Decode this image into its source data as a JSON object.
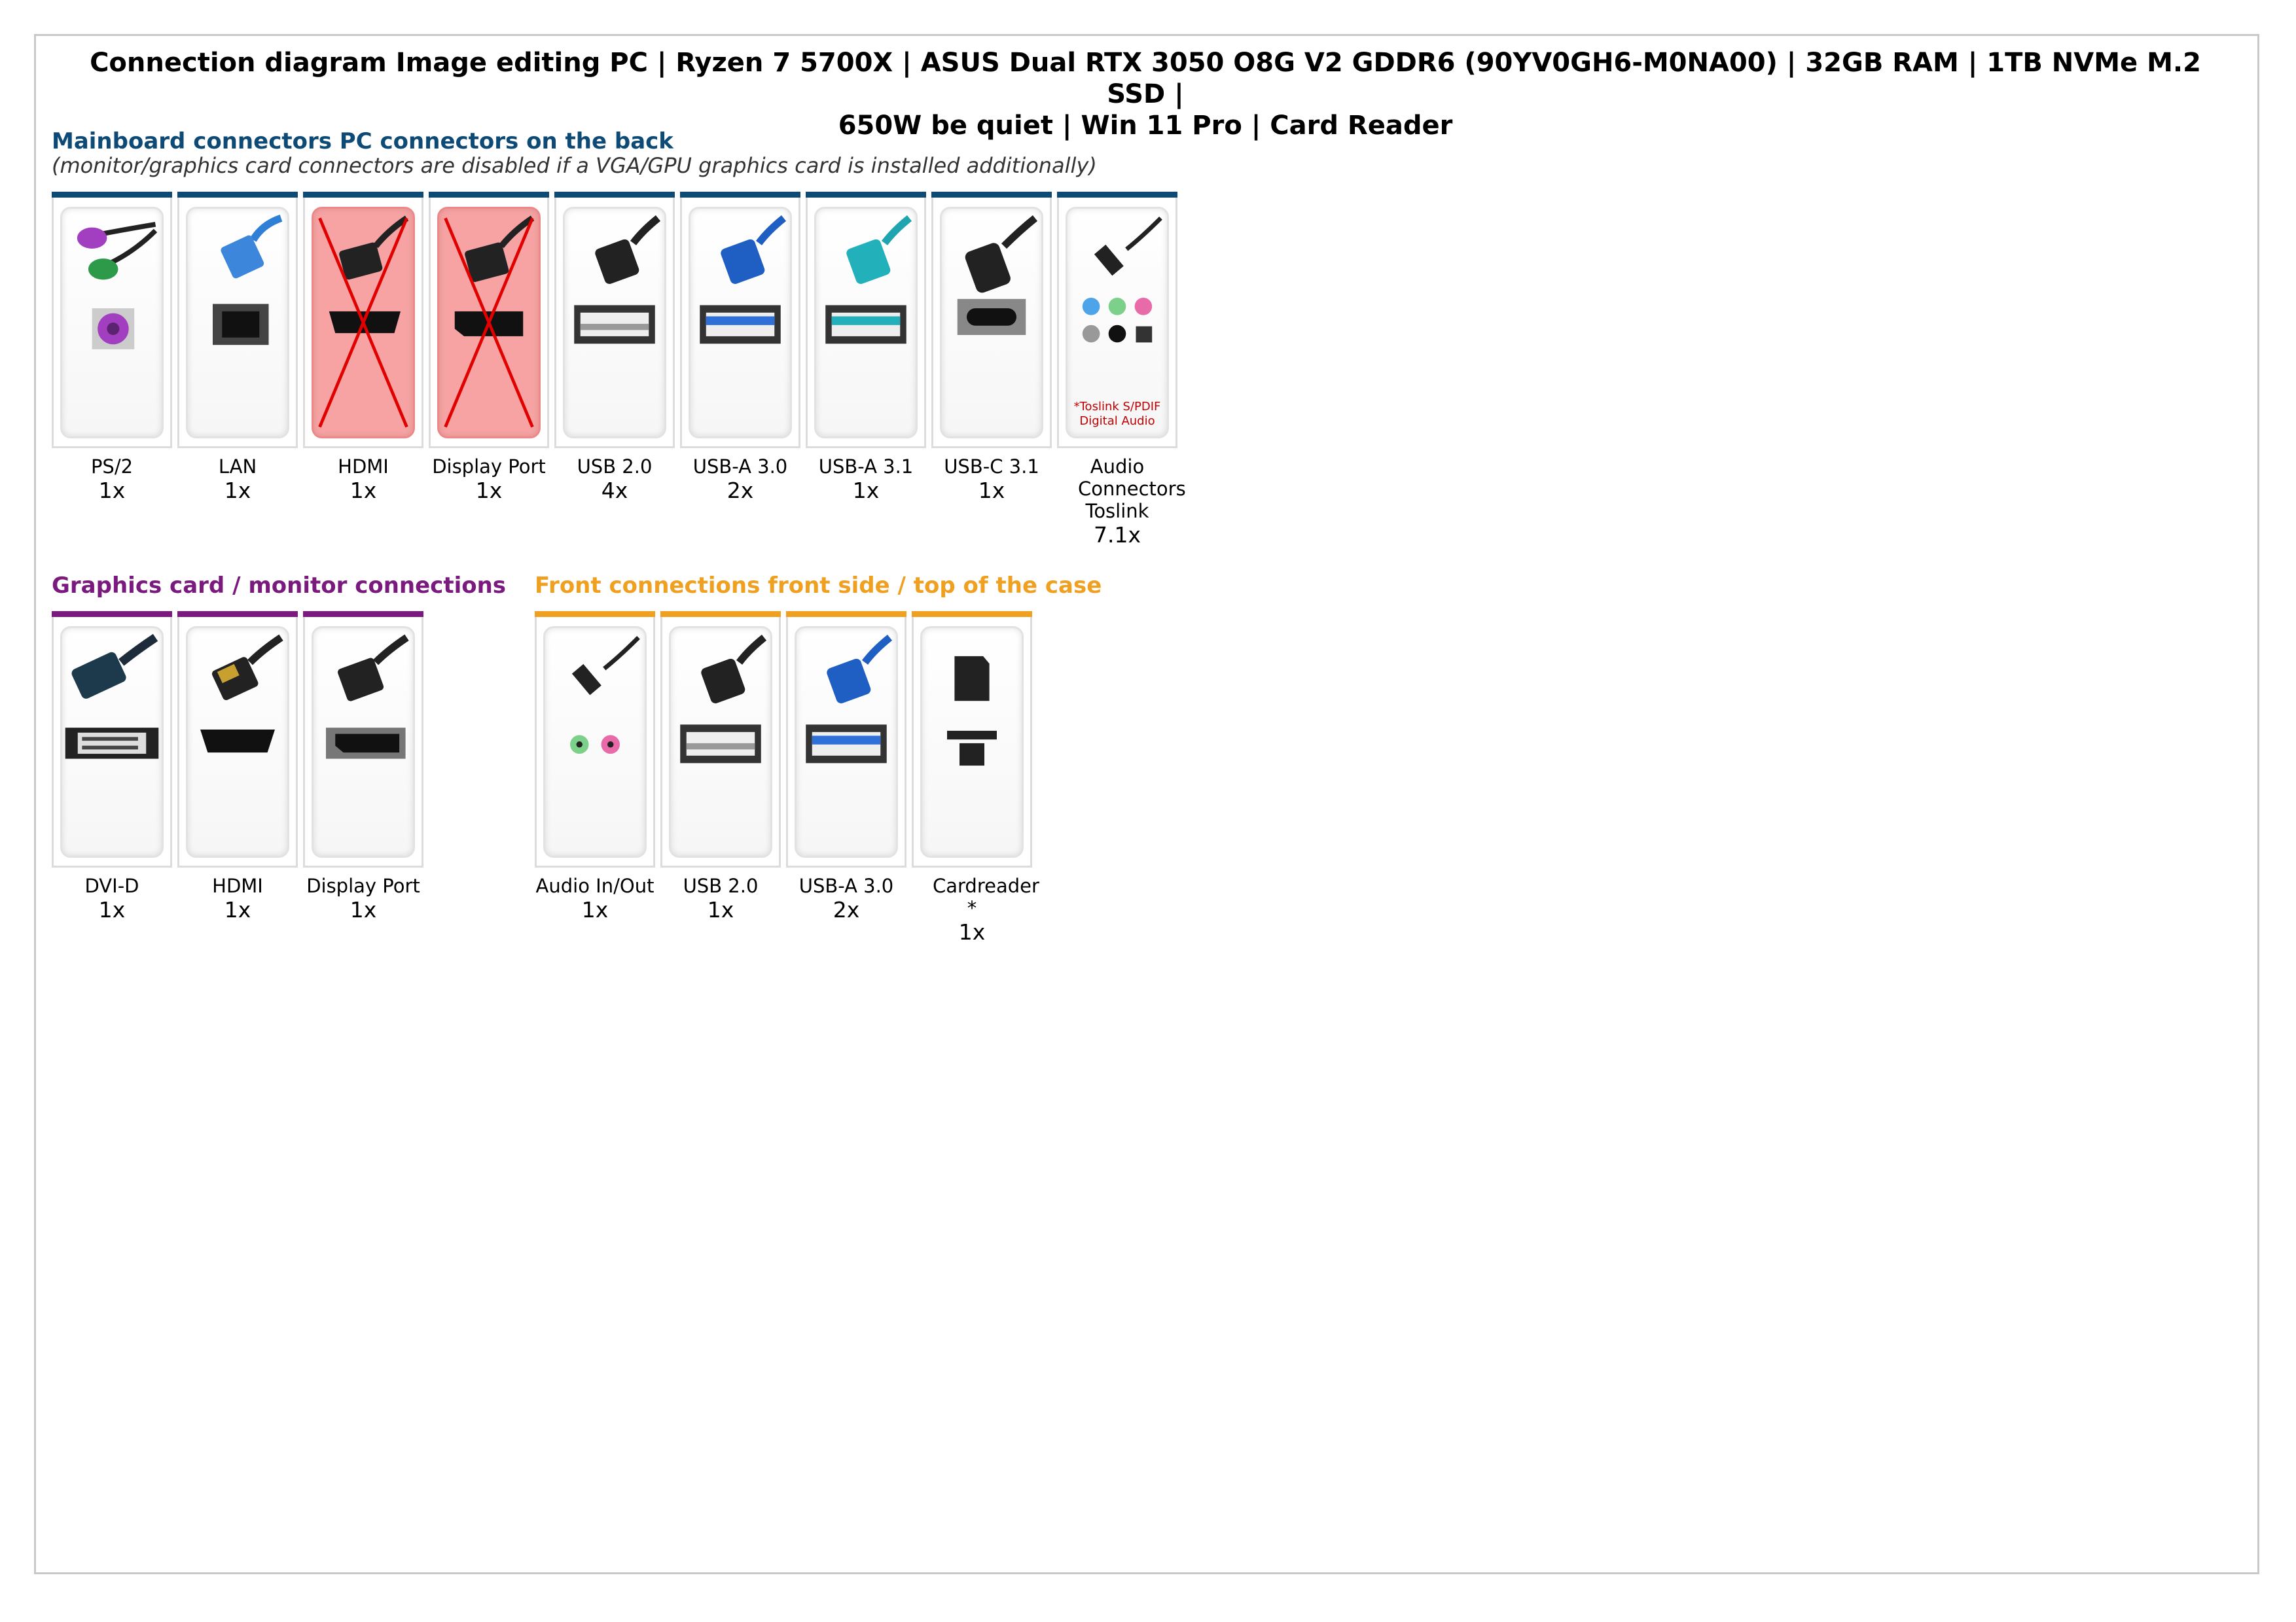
{
  "title_line1": "Connection diagram Image editing PC | Ryzen 7 5700X | ASUS Dual RTX 3050 O8G V2 GDDR6 (90YV0GH6-M0NA00) | 32GB RAM | 1TB NVMe M.2 SSD |",
  "title_line2": "650W be quiet | Win 11 Pro | Card Reader",
  "colors": {
    "mainboard": "#0d4a76",
    "graphics": "#7a1a7e",
    "front": "#f0a020",
    "disabled": "#f7a3a3",
    "cross": "#e00000"
  },
  "mainboard": {
    "heading": "Mainboard connectors PC connectors on the back",
    "note": "(monitor/graphics card connectors are disabled if a VGA/GPU graphics card is installed additionally)",
    "items": [
      {
        "name": "PS/2",
        "count": "1x",
        "icon": "ps2-icon"
      },
      {
        "name": "LAN",
        "count": "1x",
        "icon": "ethernet-icon"
      },
      {
        "name": "HDMI",
        "count": "1x",
        "icon": "hdmi-icon",
        "disabled": true
      },
      {
        "name": "Display Port",
        "count": "1x",
        "icon": "displayport-icon",
        "disabled": true
      },
      {
        "name": "USB 2.0",
        "count": "4x",
        "icon": "usb2-icon"
      },
      {
        "name": "USB-A 3.0",
        "count": "2x",
        "icon": "usb3-icon"
      },
      {
        "name": "USB-A 3.1",
        "count": "1x",
        "icon": "usb31-icon"
      },
      {
        "name": "USB-C 3.1",
        "count": "1x",
        "icon": "usbc-icon"
      },
      {
        "name": "Audio Connectors Toslink",
        "count": "7.1x",
        "icon": "audio-jack-icon",
        "note_line1": "*Toslink S/PDIF",
        "note_line2": "Digital Audio"
      }
    ]
  },
  "graphics": {
    "heading": "Graphics card / monitor connections",
    "items": [
      {
        "name": "DVI-D",
        "count": "1x",
        "icon": "dvi-icon"
      },
      {
        "name": "HDMI",
        "count": "1x",
        "icon": "hdmi-icon"
      },
      {
        "name": "Display Port",
        "count": "1x",
        "icon": "displayport-icon"
      }
    ]
  },
  "front": {
    "heading": "Front connections front side / top of the case",
    "items": [
      {
        "name": "Audio In/Out",
        "count": "1x",
        "icon": "audio-jack-icon"
      },
      {
        "name": "USB 2.0",
        "count": "1x",
        "icon": "usb2-icon"
      },
      {
        "name": "USB-A 3.0",
        "count": "2x",
        "icon": "usb3-icon"
      },
      {
        "name": "Cardreader *",
        "count": "1x",
        "icon": "sd-card-icon"
      }
    ]
  }
}
